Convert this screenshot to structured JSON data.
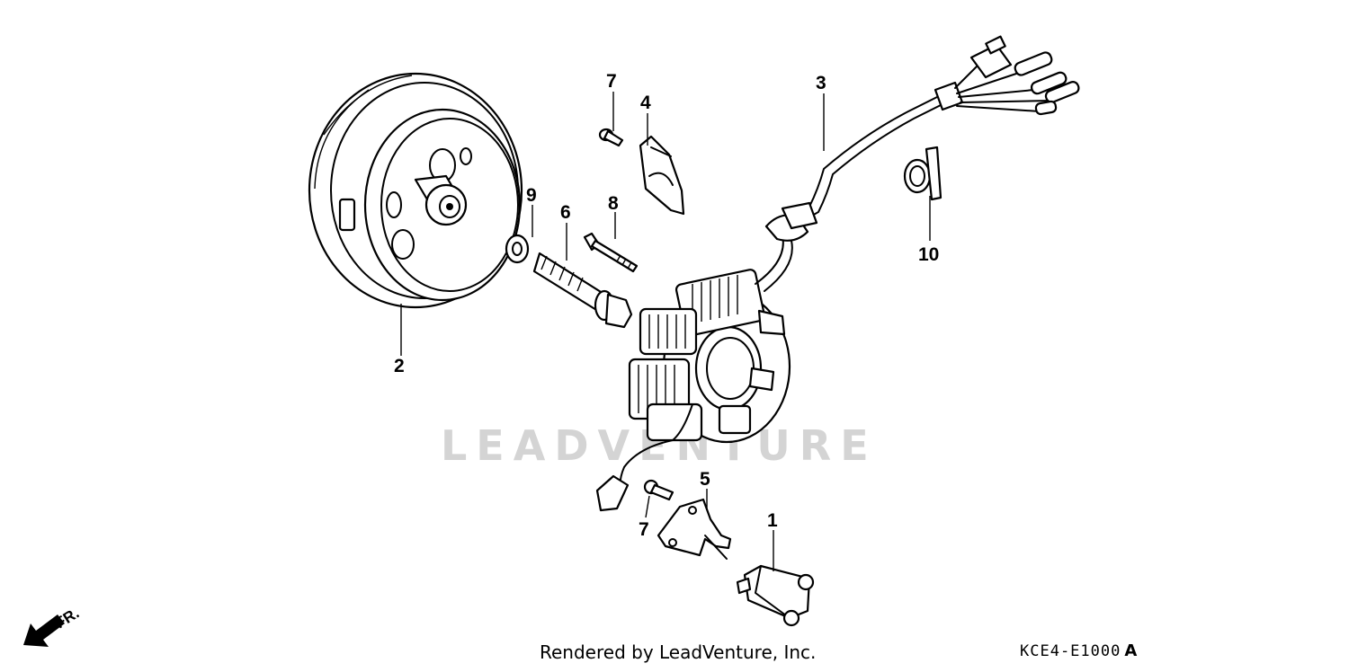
{
  "diagram": {
    "callouts": [
      {
        "id": "1",
        "label": "1"
      },
      {
        "id": "2",
        "label": "2"
      },
      {
        "id": "3",
        "label": "3"
      },
      {
        "id": "4",
        "label": "4"
      },
      {
        "id": "5",
        "label": "5"
      },
      {
        "id": "6",
        "label": "6"
      },
      {
        "id": "7a",
        "label": "7"
      },
      {
        "id": "7b",
        "label": "7"
      },
      {
        "id": "8",
        "label": "8"
      },
      {
        "id": "9",
        "label": "9"
      },
      {
        "id": "10",
        "label": "10"
      }
    ],
    "direction_marker": "FR.",
    "watermark": "LEADVENTURE",
    "credit": "Rendered by LeadVenture, Inc.",
    "diagram_code": "KCE4-E1000",
    "diagram_code_suffix": "A"
  },
  "colors": {
    "line": "#000000",
    "background": "#ffffff",
    "watermark": "#d4d4d4"
  }
}
